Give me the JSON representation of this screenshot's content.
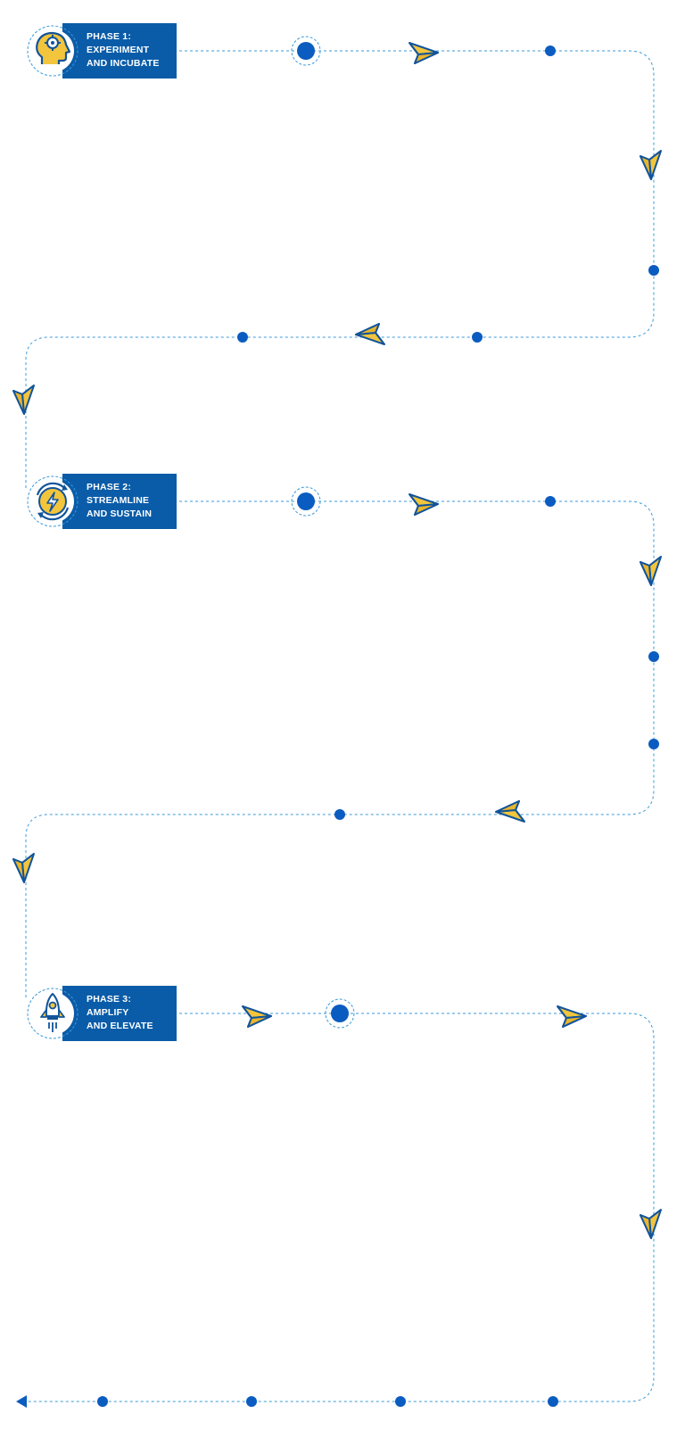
{
  "phases": [
    {
      "title": "PHASE 1:",
      "line1": "EXPERIMENT",
      "line2": "AND INCUBATE",
      "icon": "head-gear-icon"
    },
    {
      "title": "PHASE 2:",
      "line1": "STREAMLINE",
      "line2": "AND SUSTAIN",
      "icon": "cycle-lightning-icon"
    },
    {
      "title": "PHASE 3:",
      "line1": "AMPLIFY",
      "line2": "AND ELEVATE",
      "icon": "rocket-icon"
    }
  ],
  "colors": {
    "primary_blue": "#0a5ca8",
    "dot_blue": "#0b5cc0",
    "plane_yellow": "#f2c53d",
    "path_blue": "#3a9ad9"
  }
}
